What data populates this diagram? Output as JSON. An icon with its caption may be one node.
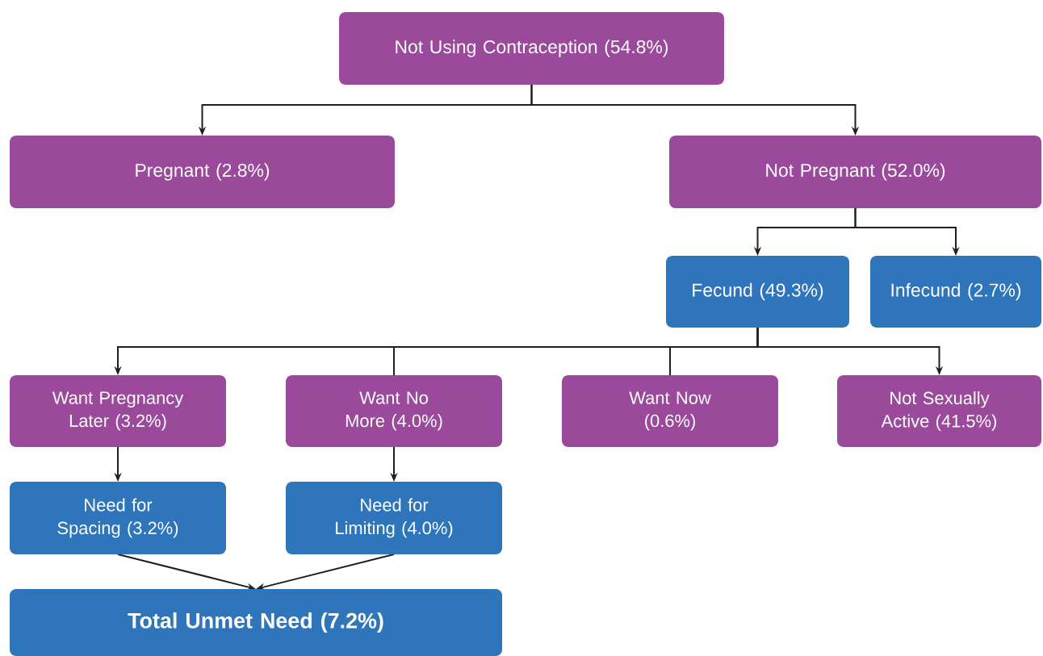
{
  "diagram": {
    "nodes": [
      {
        "text": [
          "Not Using Contraception (54.8%)"
        ]
      },
      {
        "text": [
          "Pregnant (2.8%)"
        ]
      },
      {
        "text": [
          "Not Pregnant (52.0%)"
        ]
      },
      {
        "text": [
          "Fecund (49.3%)"
        ]
      },
      {
        "text": [
          "Infecund (2.7%)"
        ]
      },
      {
        "text": [
          "Want Pregnancy Later (3.2%)"
        ]
      },
      {
        "text": [
          "Want No More (4.0%)"
        ]
      },
      {
        "text": [
          "Want Now (0.6%)"
        ]
      },
      {
        "text": [
          "Not Sexually Active (41.5%)"
        ]
      },
      {
        "text": [
          "Need for Spacing (3.2%)"
        ]
      },
      {
        "text": [
          "Need for Limiting (4.0%)"
        ]
      },
      {
        "text": [
          "Total Unmet Need (7.2%)"
        ]
      }
    ],
    "edges": [
      {
        "from": 0,
        "to": 1,
        "arrow": "to"
      },
      {
        "from": 0,
        "to": 2,
        "arrow": "to"
      },
      {
        "from": 2,
        "to": 3,
        "arrow": "to"
      },
      {
        "from": 2,
        "to": 4,
        "arrow": "to"
      },
      {
        "from": 3,
        "to": 5,
        "arrow": "to"
      },
      {
        "from": 3,
        "to": 6,
        "arrow": "none"
      },
      {
        "from": 3,
        "to": 7,
        "arrow": "none"
      },
      {
        "from": 3,
        "to": 8,
        "arrow": "to"
      },
      {
        "from": 5,
        "to": 9,
        "arrow": "to"
      },
      {
        "from": 6,
        "to": 10,
        "arrow": "to"
      },
      {
        "from": 9,
        "to": 11,
        "arrow": "to"
      },
      {
        "from": 10,
        "to": 11,
        "arrow": "to"
      }
    ]
  }
}
